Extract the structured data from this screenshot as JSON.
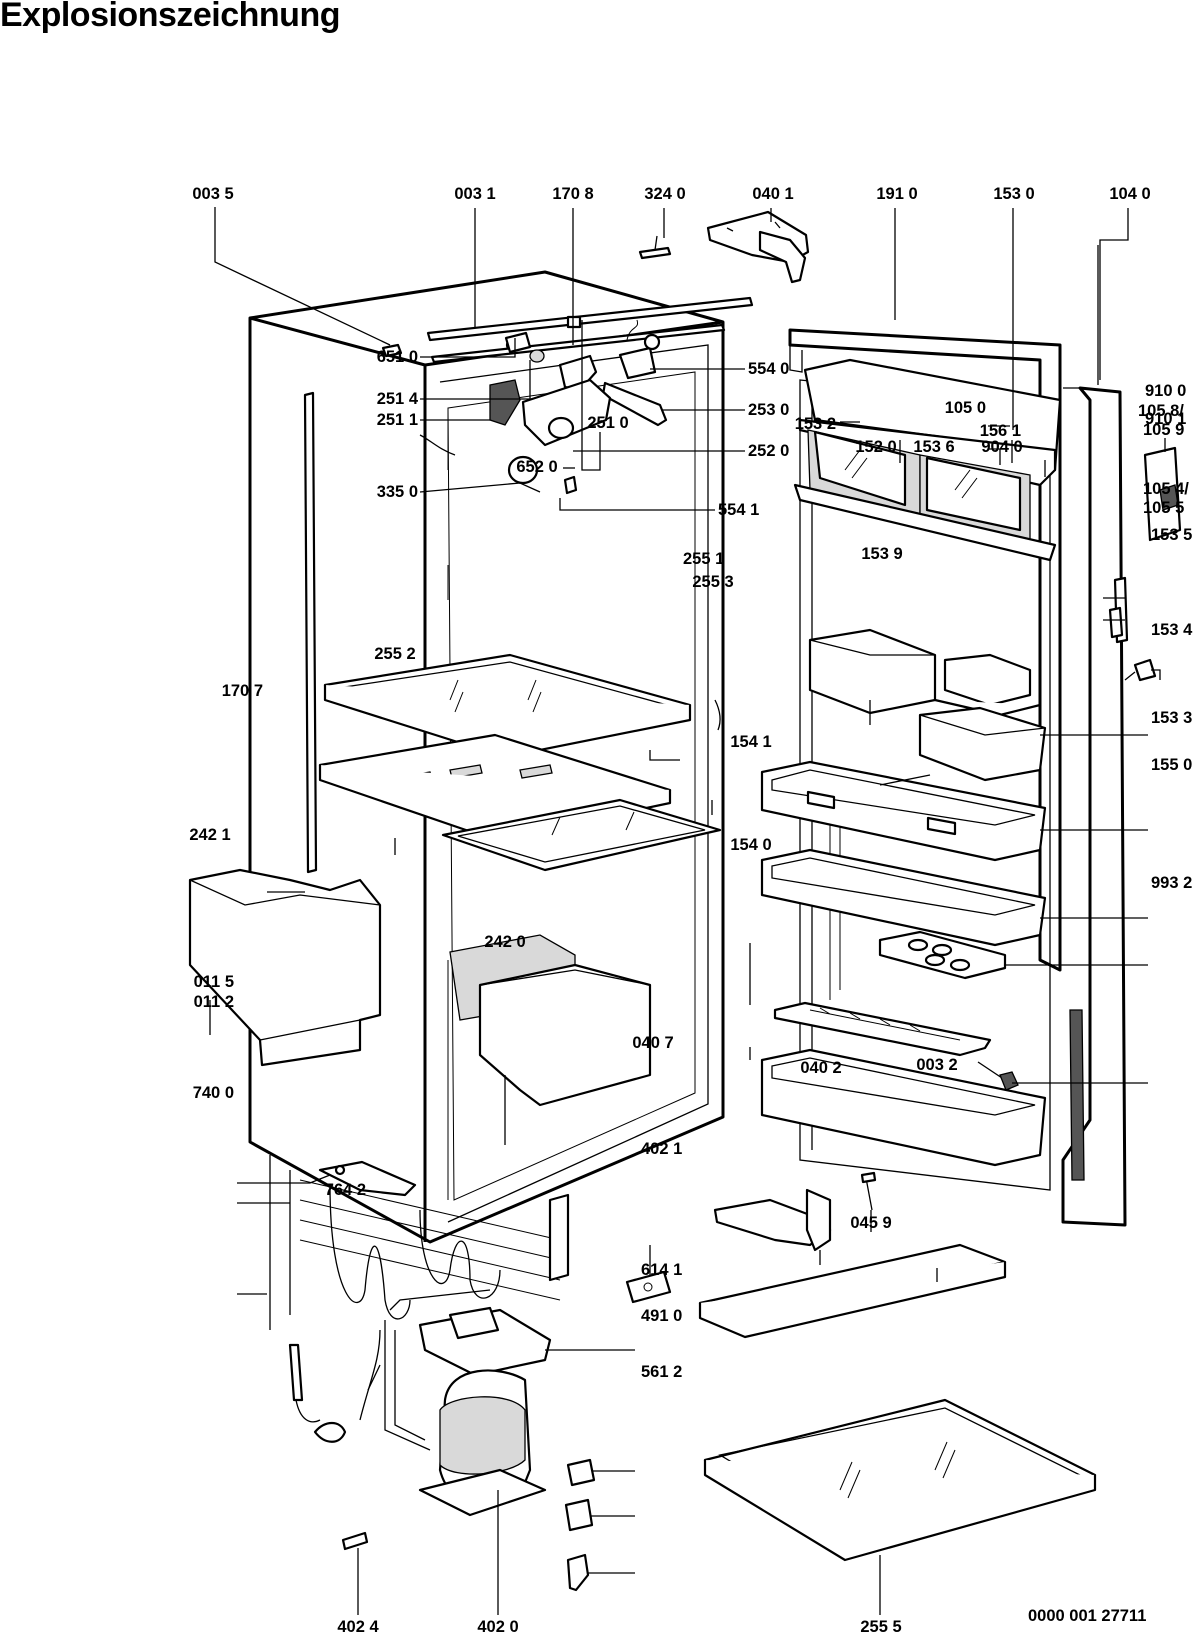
{
  "title": "Explosionszeichnung",
  "document_number": "0000 001 27711",
  "part_labels": [
    {
      "id": "l0035",
      "text": "003 5"
    },
    {
      "id": "l0031",
      "text": "003 1"
    },
    {
      "id": "l1708",
      "text": "170 8"
    },
    {
      "id": "l3240",
      "text": "324 0"
    },
    {
      "id": "l0401",
      "text": "040 1"
    },
    {
      "id": "l1910",
      "text": "191 0"
    },
    {
      "id": "l1530",
      "text": "153 0"
    },
    {
      "id": "l1040",
      "text": "104 0"
    },
    {
      "id": "l1058",
      "text": "105 8/"
    },
    {
      "id": "l1059",
      "text": "105 9"
    },
    {
      "id": "l1532",
      "text": "153 2"
    },
    {
      "id": "l2510",
      "text": "251 0"
    },
    {
      "id": "l6520",
      "text": "652 0"
    },
    {
      "id": "l6510",
      "text": "651 0"
    },
    {
      "id": "l2514",
      "text": "251 4"
    },
    {
      "id": "l5540",
      "text": "554 0"
    },
    {
      "id": "l1520",
      "text": "152 0"
    },
    {
      "id": "l1536",
      "text": "153 6"
    },
    {
      "id": "l9040",
      "text": "904 0"
    },
    {
      "id": "l9100",
      "text": "910 0"
    },
    {
      "id": "l9101",
      "text": "910 1"
    },
    {
      "id": "l2530",
      "text": "253 0"
    },
    {
      "id": "l2511",
      "text": "251 1"
    },
    {
      "id": "l1050",
      "text": "105 0"
    },
    {
      "id": "l1561",
      "text": "156 1"
    },
    {
      "id": "l2520",
      "text": "252 0"
    },
    {
      "id": "l3350",
      "text": "335 0"
    },
    {
      "id": "l5541",
      "text": "554 1"
    },
    {
      "id": "l1054",
      "text": "105 4/"
    },
    {
      "id": "l1055",
      "text": "105 5"
    },
    {
      "id": "l1539",
      "text": "153 9"
    },
    {
      "id": "l1535",
      "text": "153 5"
    },
    {
      "id": "l2551",
      "text": "255 1"
    },
    {
      "id": "l1534",
      "text": "153 4"
    },
    {
      "id": "l2553",
      "text": "255 3"
    },
    {
      "id": "l1533",
      "text": "153 3"
    },
    {
      "id": "l1707",
      "text": "170 7"
    },
    {
      "id": "l2552",
      "text": "255 2"
    },
    {
      "id": "l1541",
      "text": "154 1"
    },
    {
      "id": "l1550",
      "text": "155 0"
    },
    {
      "id": "l1540",
      "text": "154 0"
    },
    {
      "id": "l2421",
      "text": "242 1"
    },
    {
      "id": "l9932",
      "text": "993 2"
    },
    {
      "id": "l2420",
      "text": "242 0"
    },
    {
      "id": "l0115",
      "text": "011 5"
    },
    {
      "id": "l0112",
      "text": "011 2"
    },
    {
      "id": "l0407",
      "text": "040 7"
    },
    {
      "id": "l0459",
      "text": "045 9"
    },
    {
      "id": "l0402",
      "text": "040 2"
    },
    {
      "id": "l0032",
      "text": "003 2"
    },
    {
      "id": "l7400",
      "text": "740 0"
    },
    {
      "id": "l4021",
      "text": "402 1"
    },
    {
      "id": "l7642",
      "text": "764 2"
    },
    {
      "id": "l6141",
      "text": "614 1"
    },
    {
      "id": "l4910",
      "text": "491 0"
    },
    {
      "id": "l5612",
      "text": "561 2"
    },
    {
      "id": "l4024",
      "text": "402 4"
    },
    {
      "id": "l4020",
      "text": "402 0"
    },
    {
      "id": "l2555",
      "text": "255 5"
    }
  ]
}
